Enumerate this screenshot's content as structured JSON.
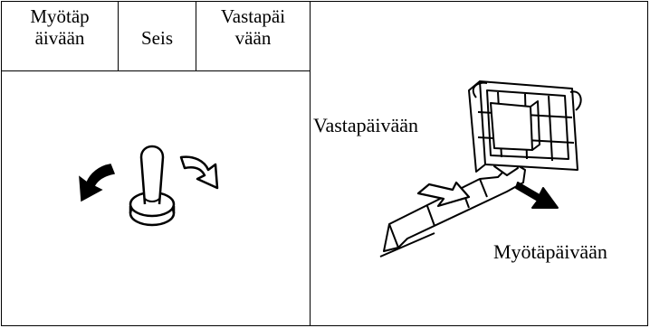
{
  "header": {
    "col1_line1": "Myötäp",
    "col1_line2": "äivään",
    "col2": "Seis",
    "col3_line1": "Vastapäi",
    "col3_line2": "vään"
  },
  "illustration": {
    "label_counter": "Vastapäivään",
    "label_clockwise": "Myötäpäivään"
  },
  "icons": {
    "left_panel": "joystick-rotation-icon",
    "right_panel": "auger-rotation-diagram"
  }
}
